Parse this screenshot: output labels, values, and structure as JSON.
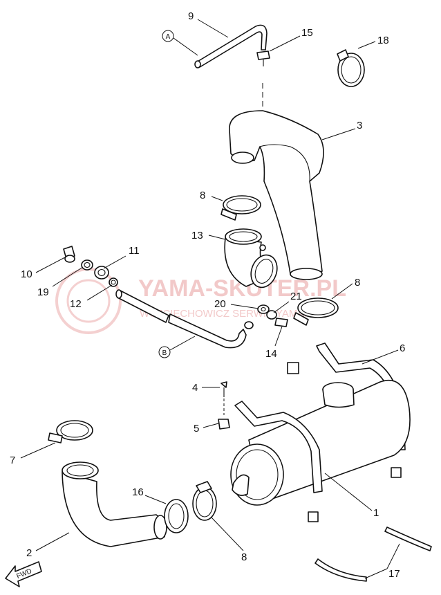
{
  "watermark": {
    "brand": "YAMA-SKUTER.PL",
    "subtitle": "WOJCIECHOWICZ SERWIS YAMAHA"
  },
  "fwd_arrow": {
    "label": "FWD"
  },
  "ref_markers": [
    {
      "id": "A",
      "label": "A"
    },
    {
      "id": "B",
      "label": "B"
    }
  ],
  "callouts": [
    {
      "id": "c9",
      "number": "9"
    },
    {
      "id": "c15",
      "number": "15"
    },
    {
      "id": "c18",
      "number": "18"
    },
    {
      "id": "c3",
      "number": "3"
    },
    {
      "id": "c8a",
      "number": "8"
    },
    {
      "id": "c13",
      "number": "13"
    },
    {
      "id": "c11",
      "number": "11"
    },
    {
      "id": "c10",
      "number": "10"
    },
    {
      "id": "c19",
      "number": "19"
    },
    {
      "id": "c12",
      "number": "12"
    },
    {
      "id": "c8b",
      "number": "8"
    },
    {
      "id": "c21",
      "number": "21"
    },
    {
      "id": "c20",
      "number": "20"
    },
    {
      "id": "c14",
      "number": "14"
    },
    {
      "id": "c6",
      "number": "6"
    },
    {
      "id": "c4",
      "number": "4"
    },
    {
      "id": "c5",
      "number": "5"
    },
    {
      "id": "c7",
      "number": "7"
    },
    {
      "id": "c16",
      "number": "16"
    },
    {
      "id": "c1",
      "number": "1"
    },
    {
      "id": "c2",
      "number": "2"
    },
    {
      "id": "c8c",
      "number": "8"
    },
    {
      "id": "c17",
      "number": "17"
    }
  ]
}
